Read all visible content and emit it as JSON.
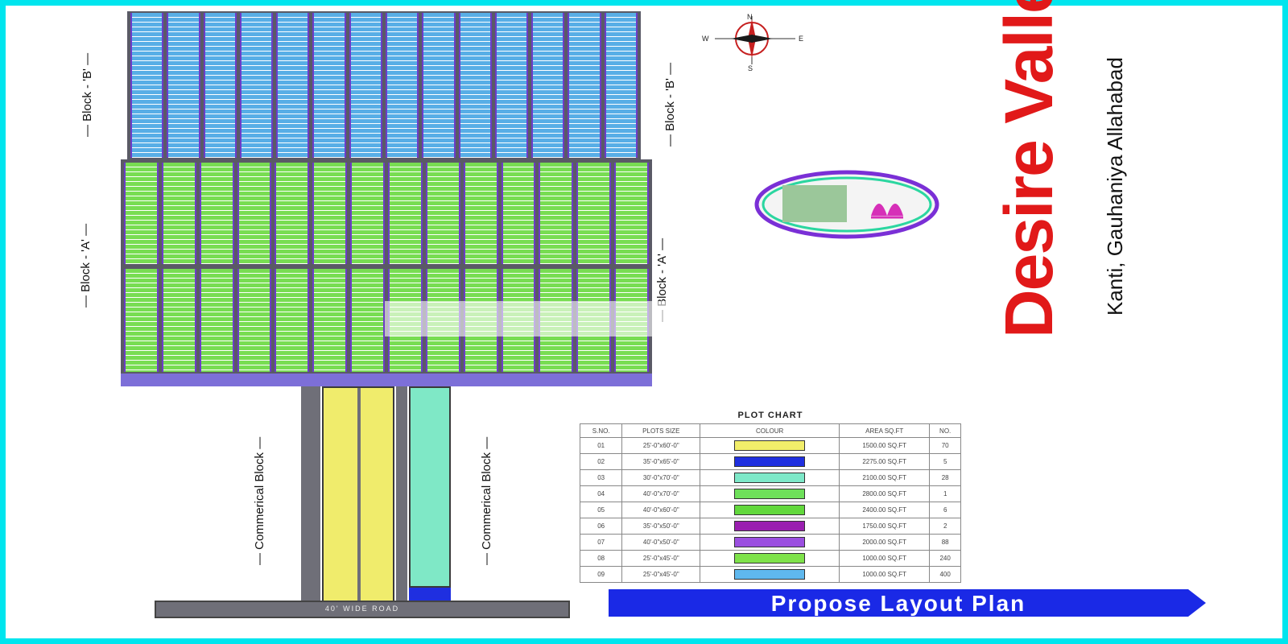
{
  "compass": {
    "n": "N",
    "s": "S",
    "e": "E",
    "w": "W"
  },
  "labels": {
    "block_b_left": "— Block - 'B' —",
    "block_b_right": "— Block - 'B' —",
    "block_a_left": "— Block - 'A' —",
    "block_a_right": "— Block - 'A' —",
    "commercial_left": "— Commerical Block —",
    "commercial_right": "— Commerical Block —"
  },
  "title": {
    "main": "Desire Valley",
    "sub": "Kanti, Gauhaniya Allahabad"
  },
  "road": {
    "label": "40' WIDE ROAD"
  },
  "banner": {
    "text": "Propose Layout Plan"
  },
  "plot_chart": {
    "title": "PLOT CHART",
    "headers": [
      "S.NO.",
      "PLOTS SIZE",
      "COLOUR",
      "AREA SQ.FT",
      "NO."
    ],
    "rows": [
      {
        "sno": "01",
        "size": "25'-0\"x60'-0\"",
        "color": "#f2ee6a",
        "area": "1500.00 SQ.FT",
        "no": "70"
      },
      {
        "sno": "02",
        "size": "35'-0\"x65'-0\"",
        "color": "#1f2fe0",
        "area": "2275.00 SQ.FT",
        "no": "5"
      },
      {
        "sno": "03",
        "size": "30'-0\"x70'-0\"",
        "color": "#7de8c8",
        "area": "2100.00 SQ.FT",
        "no": "28"
      },
      {
        "sno": "04",
        "size": "40'-0\"x70'-0\"",
        "color": "#6ee05a",
        "area": "2800.00 SQ.FT",
        "no": "1"
      },
      {
        "sno": "05",
        "size": "40'-0\"x60'-0\"",
        "color": "#62d83c",
        "area": "2400.00 SQ.FT",
        "no": "6"
      },
      {
        "sno": "06",
        "size": "35'-0\"x50'-0\"",
        "color": "#9a1fb0",
        "area": "1750.00 SQ.FT",
        "no": "2"
      },
      {
        "sno": "07",
        "size": "40'-0\"x50'-0\"",
        "color": "#9b4fe0",
        "area": "2000.00 SQ.FT",
        "no": "88"
      },
      {
        "sno": "08",
        "size": "25'-0\"x45'-0\"",
        "color": "#7ee24a",
        "area": "1000.00 SQ.FT",
        "no": "240"
      },
      {
        "sno": "09",
        "size": "25'-0\"x45'-0\"",
        "color": "#5fb8ee",
        "area": "1000.00 SQ.FT",
        "no": "400"
      }
    ]
  },
  "colors": {
    "block_b": "#58aee6",
    "block_a": "#78dd52",
    "commercial_yellow": "#f0ec6c",
    "commercial_teal": "#7fe8c6",
    "road": "#6f6f78",
    "border": "#6c3cc8",
    "accent_title": "#e11919",
    "frame": "#00e5ee"
  }
}
